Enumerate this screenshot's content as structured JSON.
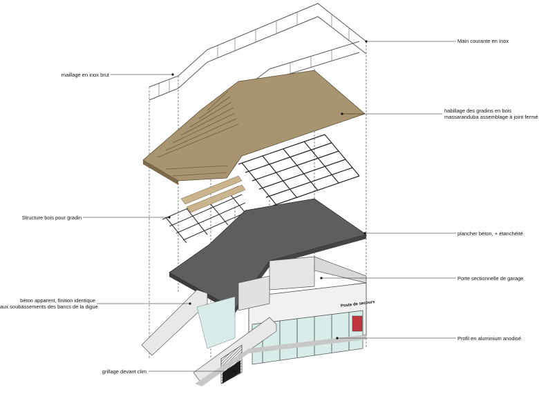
{
  "labels": {
    "main_courante": "Main courante en Inox",
    "maillage": "maillage en inox brut",
    "habillage_line1": "habillage des gradins en bois",
    "habillage_line2": "massaranduba assemblage à joint fermé",
    "structure_bois": "Structure bois pour gradin",
    "plancher": "plancher béton, + étanchéité",
    "porte": "Porte sectionnelle de garage",
    "beton_line1": "béton apparent, finition identique",
    "beton_line2": "aux soubassements des bancs de la digue",
    "profil": "Profil en aluminium anodisé",
    "grillage": "grillage devant clim",
    "sign": "Poste de secours"
  },
  "colors": {
    "wood": "#a89470",
    "wood_dark": "#7d6a4d",
    "slab_top": "#5e5e5e",
    "slab_edge": "#3c3c3c",
    "concrete": "#e6e6e6",
    "glass": "#d8ecea",
    "red_door": "#c0383d",
    "leader": "#111111"
  }
}
